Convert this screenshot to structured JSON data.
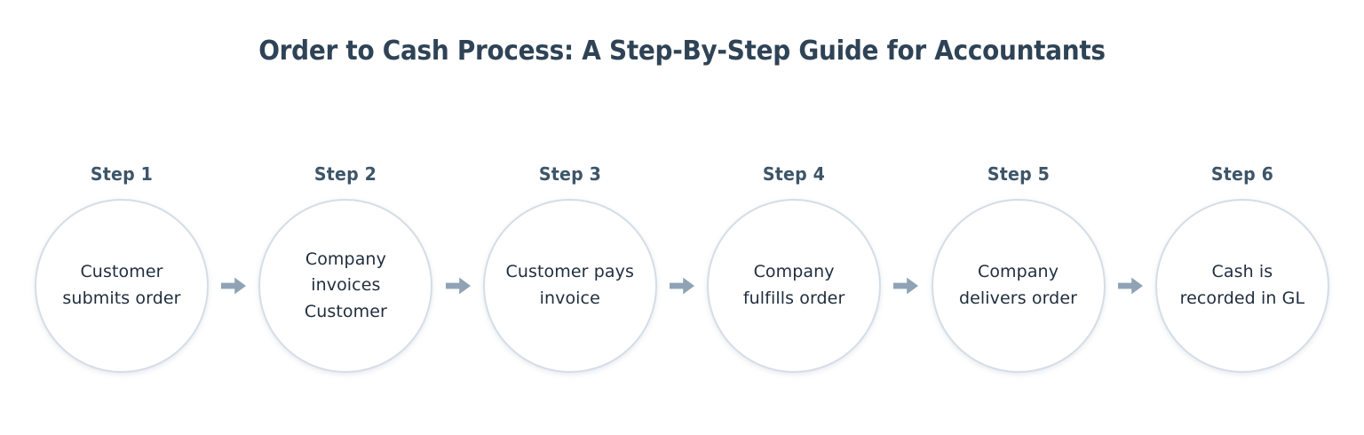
{
  "page": {
    "title": "Order to Cash Process: A Step-By-Step Guide for Accountants",
    "background_color": "#ffffff"
  },
  "colors": {
    "title_text": "#2f4356",
    "step_label_text": "#3d5568",
    "bubble_fill": "#ffffff",
    "bubble_border": "#d5dde6",
    "bubble_text": "#1f2d3d",
    "arrow": "#8fa3b5"
  },
  "diagram": {
    "type": "linear-process-flow",
    "orientation": "horizontal",
    "node_shape": "circle",
    "connector": "block-arrow-right",
    "step_count": 6,
    "steps": [
      {
        "label": "Step 1",
        "text": "Customer\nsubmits order"
      },
      {
        "label": "Step 2",
        "text": "Company\ninvoices\nCustomer"
      },
      {
        "label": "Step 3",
        "text": "Customer pays\ninvoice"
      },
      {
        "label": "Step 4",
        "text": "Company\nfulfills order"
      },
      {
        "label": "Step 5",
        "text": "Company\ndelivers order"
      },
      {
        "label": "Step 6",
        "text": "Cash is\nrecorded in GL"
      }
    ],
    "arrows": [
      {
        "from": "Step 1",
        "to": "Step 2",
        "icon": "arrow-right-icon"
      },
      {
        "from": "Step 2",
        "to": "Step 3",
        "icon": "arrow-right-icon"
      },
      {
        "from": "Step 3",
        "to": "Step 4",
        "icon": "arrow-right-icon"
      },
      {
        "from": "Step 4",
        "to": "Step 5",
        "icon": "arrow-right-icon"
      },
      {
        "from": "Step 5",
        "to": "Step 6",
        "icon": "arrow-right-icon"
      }
    ]
  }
}
